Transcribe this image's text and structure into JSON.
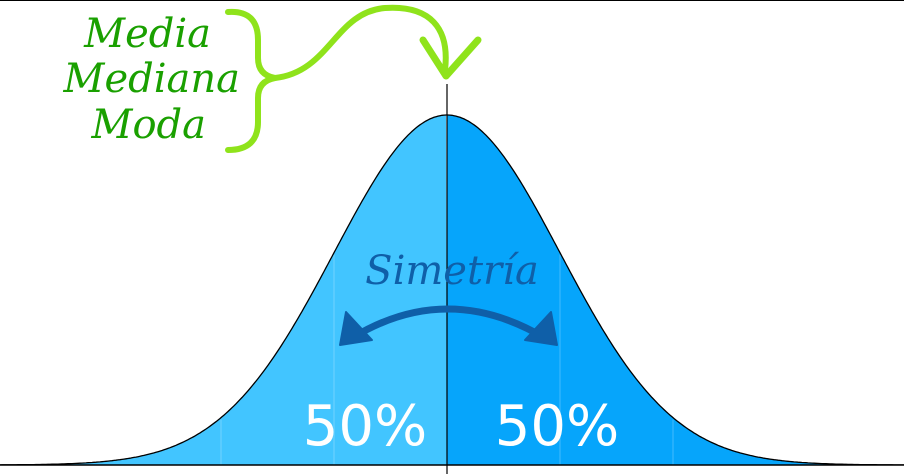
{
  "central_tendency": {
    "labels": [
      "Media",
      "Mediana",
      "Moda"
    ]
  },
  "symmetry": {
    "label": "Simetría"
  },
  "halves": {
    "left_label": "50%",
    "right_label": "50%"
  },
  "colors": {
    "left_half": "#42c5ff",
    "right_half": "#06a5fb",
    "bracket": "#8fe31b",
    "central_text": "#1aa000",
    "symmetry_text": "#0f5fa8",
    "symmetry_arrow": "#0f5fa8",
    "outline": "#000000"
  }
}
